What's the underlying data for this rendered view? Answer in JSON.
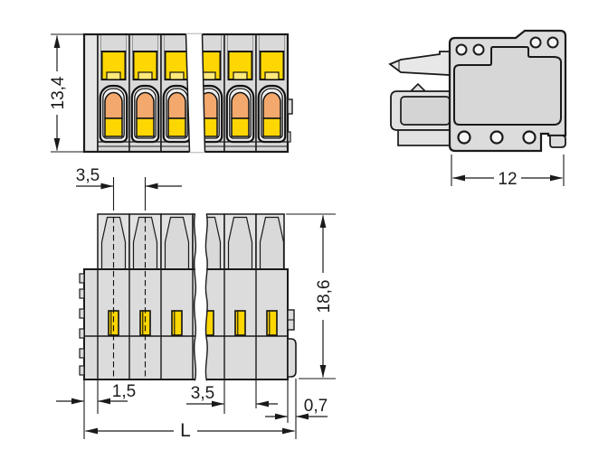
{
  "drawing": {
    "colors": {
      "body_gray": "#dcdcdc",
      "pole_gray": "#d9d9d9",
      "shroud_gray": "#e2e2e2",
      "pushbutton_yellow": "#fed602",
      "button_inner_yellow": "#ffe97a",
      "contact_orange": "#f3a96d",
      "stadium_fill": "#efefef",
      "line_dark": "#1a1a1a"
    },
    "dimensions": {
      "front_height": "13,4",
      "pole_pitch": "3,5",
      "side_depth": "12",
      "overall_height": "18,6",
      "end_wall_width": "1,5",
      "pole_width": "3,5",
      "pin_edge_offset": "0,7",
      "overall_length": "L"
    }
  }
}
